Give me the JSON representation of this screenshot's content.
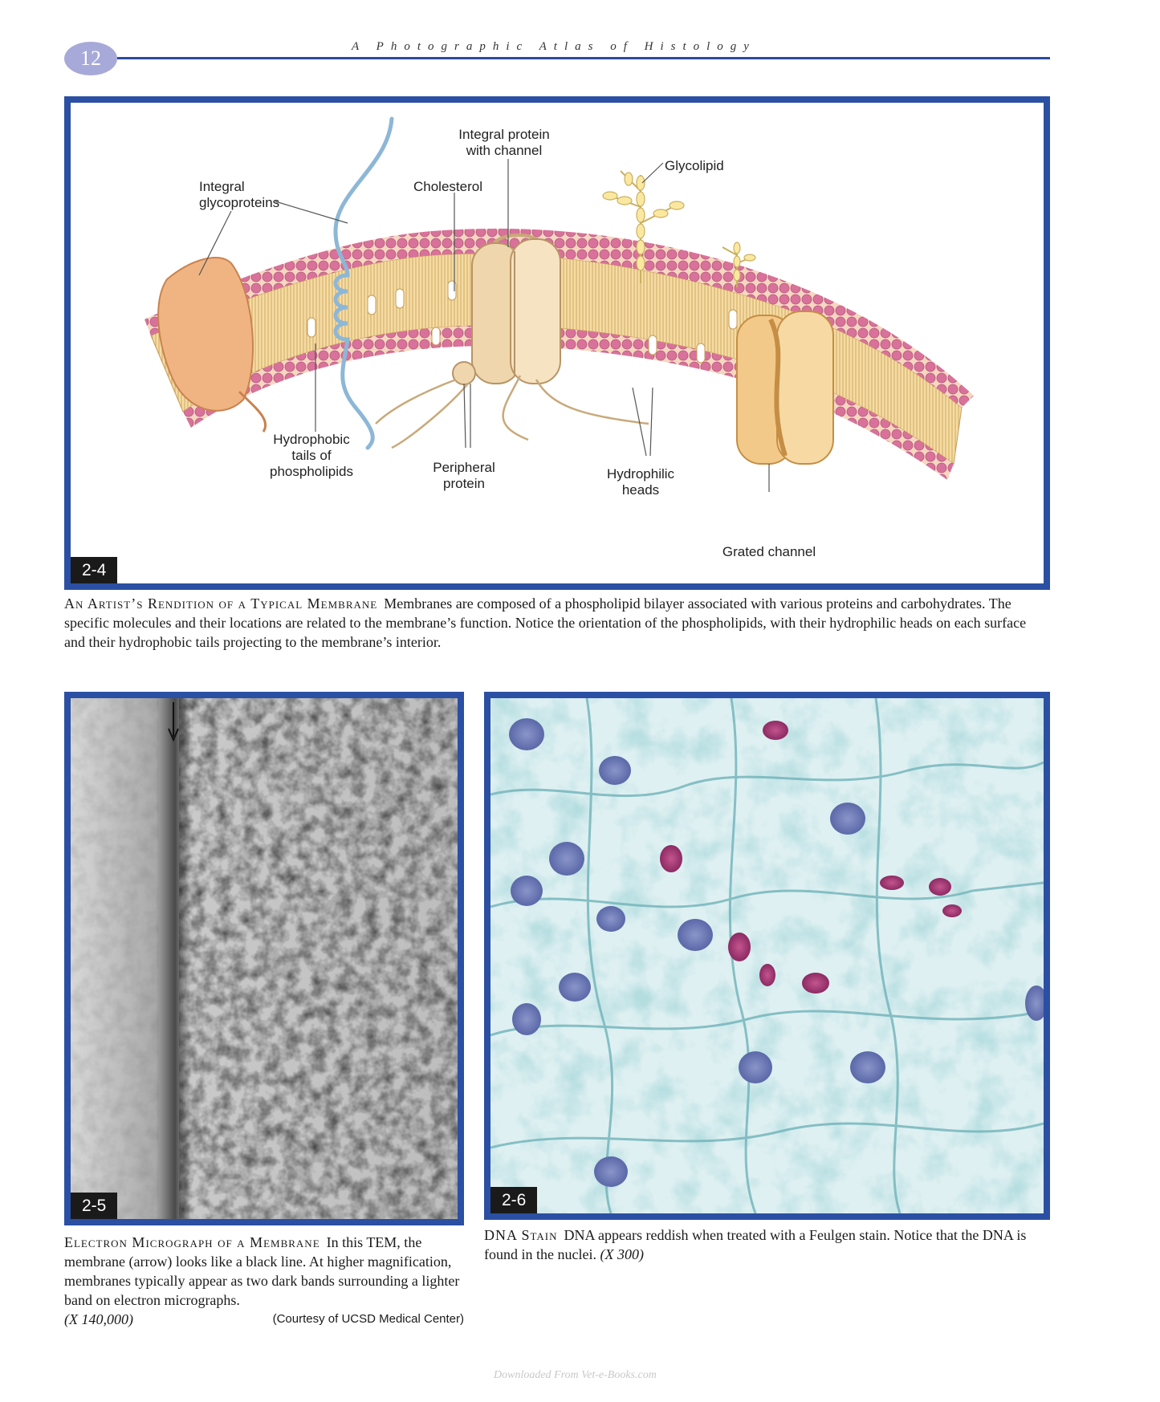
{
  "page": {
    "number": "12",
    "running_head": "A Photographic Atlas of Histology"
  },
  "figure_2_4": {
    "number": "2-4",
    "labels": {
      "integral_glyco_1": "Integral",
      "integral_glyco_2": "glycoproteins",
      "integral_channel_1": "Integral protein",
      "integral_channel_2": "with channel",
      "cholesterol": "Cholesterol",
      "glycolipid": "Glycolipid",
      "hydrophobic_1": "Hydrophobic",
      "hydrophobic_2": "tails of",
      "hydrophobic_3": "phospholipids",
      "peripheral_1": "Peripheral",
      "peripheral_2": "protein",
      "hydrophilic_1": "Hydrophilic",
      "hydrophilic_2": "heads",
      "grated_channel": "Grated channel"
    },
    "caption_title": "An Artist’s Rendition of a Typical Membrane",
    "caption_text": "Membranes are composed of a phospholipid bilayer associated with various proteins and carbohydrates. The specific molecules and their locations are related to the membrane’s function. Notice the orientation of the phospholipids, with their hydrophilic heads on each surface and their hydrophobic tails projecting to the membrane’s interior."
  },
  "figure_2_5": {
    "number": "2-5",
    "caption_title": "Electron Micrograph of a Membrane",
    "caption_text": "In this TEM, the membrane (arrow) looks like a black line. At higher magnification, membranes typically appear as two dark bands surrounding a lighter band on electron micrographs.",
    "magnification": "(X 140,000)",
    "credit": "(Courtesy of UCSD Medical Center)"
  },
  "figure_2_6": {
    "number": "2-6",
    "caption_title": "DNA Stain",
    "caption_text": "DNA appears reddish when treated with a Feulgen stain. Notice that the DNA is found in the nuclei.",
    "magnification": "(X 300)"
  },
  "watermark": "Downloaded From Vet-e-Books.com"
}
